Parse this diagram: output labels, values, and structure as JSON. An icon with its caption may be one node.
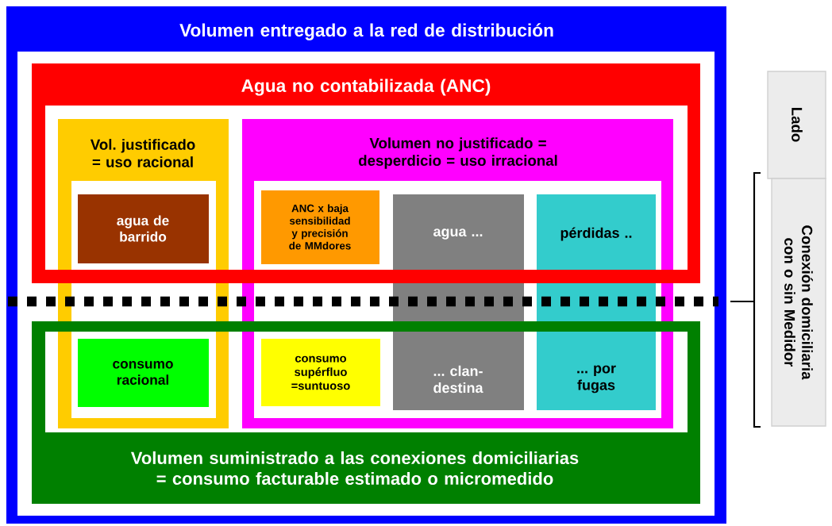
{
  "diagram": {
    "nodes": [
      {
        "text": [
          "Volumen entregado a la red de distribución"
        ]
      },
      {
        "text": [
          "Agua no contabilizada (ANC)"
        ],
        "in": 0
      },
      {
        "text": [
          "Vol. justificado = uso racional"
        ],
        "in": 0
      },
      {
        "text": [
          "Volumen no justificado = desperdicio = uso irracional"
        ],
        "in": 0
      },
      {
        "text": [
          "agua de barrido"
        ]
      },
      {
        "text": [
          "ANC x baja sensibilidad y precisión de MMdores"
        ]
      },
      {
        "text": [
          "agua ...",
          "... clan- destina"
        ],
        "in": 3
      },
      {
        "text": [
          "pérdidas ..",
          "... por fugas"
        ],
        "in": 3
      },
      {
        "text": [
          "Volumen suministrado a las conexiones domiciliarias = consumo facturable estimado o micromedido"
        ],
        "in": 0
      },
      {
        "text": [
          "consumo racional"
        ]
      },
      {
        "text": [
          "consumo supérfluo =suntuoso"
        ]
      },
      {
        "text": [
          "Lado"
        ]
      },
      {
        "text": [
          "Conexión domiciliaria con o sin Medidor"
        ]
      }
    ]
  }
}
